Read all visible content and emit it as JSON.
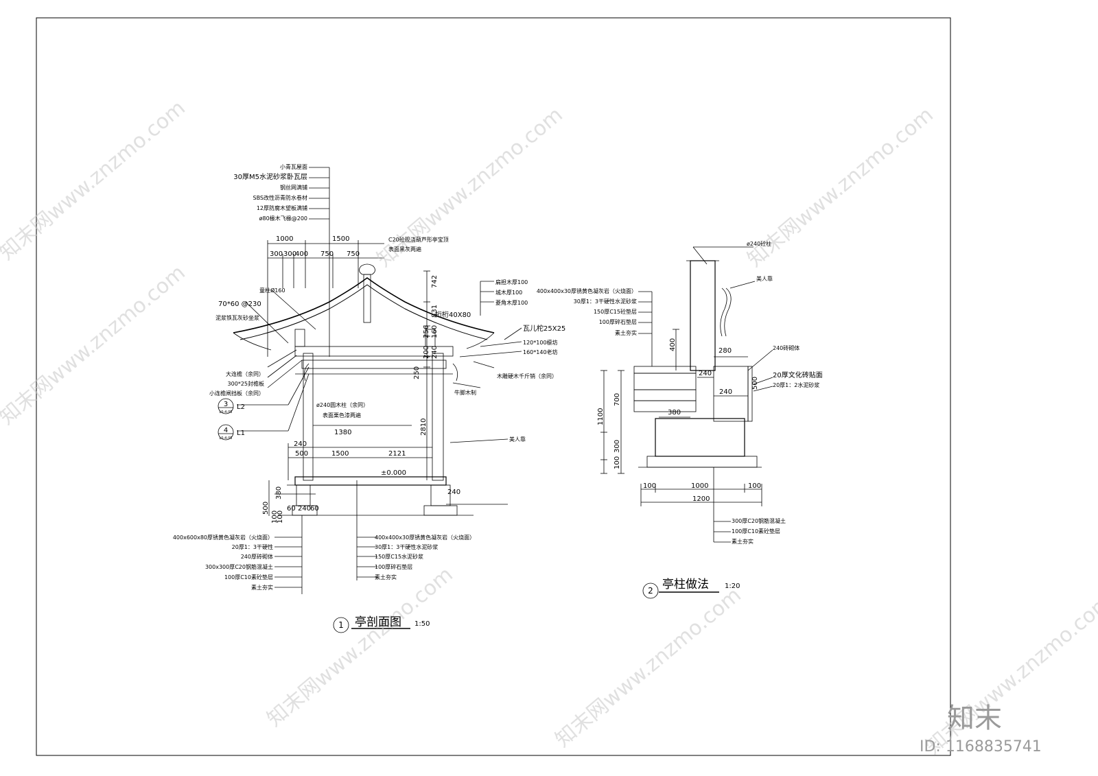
{
  "section_1": {
    "number": "1",
    "title": "亭剖面图",
    "scale": "1:50",
    "roof_notes": [
      "小青瓦屋面",
      "30厚M5水泥砂浆卧瓦层",
      "钢丝网满铺",
      "SBS改性沥青防水卷材",
      "12厚防腐木望板满铺",
      "ø80椽木飞椽@200"
    ],
    "top_dims": [
      "1000",
      "1500",
      "300",
      "300",
      "400",
      "750",
      "750"
    ],
    "peak_note": [
      "C20砼现浇葫芦形亭宝顶",
      "表面黑灰两遍"
    ],
    "left_notes": [
      "童柱Ø160",
      "70*60 @230",
      "泥浆铁瓦灰砂坐浆"
    ],
    "left_low_notes": [
      "大连檐（余同）",
      "300*25封檐板",
      "小连檐闸挡板（余同）"
    ],
    "callout_3": {
      "num": "3",
      "ref": "LS-4.05",
      "label": "L2"
    },
    "callout_4": {
      "num": "4",
      "ref": "LS-4.05",
      "label": "L1"
    },
    "right_notes": [
      "扁担木厚100",
      "城木厚100",
      "菱角木厚100",
      "桁桁40X80",
      "瓦儿柁25X25",
      "120*100檩坊",
      "160*140老坊"
    ],
    "right_low_notes": [
      "木雕硬木千斤销（余同）",
      "牛脚木制",
      "美人靠"
    ],
    "column_note": [
      "ø240圆木柱（余同）",
      "表面栗色漆两遍"
    ],
    "vert_dims": [
      "742",
      "831",
      "256",
      "160",
      "200",
      "240",
      "250",
      "2810"
    ],
    "plan_dims": [
      "1380",
      "240",
      "500",
      "1500",
      "2121"
    ],
    "level": "±0.000",
    "bottom_dims": [
      "380",
      "500",
      "100",
      "100",
      "60",
      "240",
      "60",
      "240"
    ],
    "left_bottom_notes": [
      "400x600x80厚锈黄色凝灰岩（火烧面）",
      "20厚1：3干硬性",
      "240厚砖砌体",
      "300x300厚C20钢筋混凝土",
      "100厚C10素砼垫层",
      "素土夯实"
    ],
    "mid_bottom_notes": [
      "400x400x30厚锈黄色凝灰岩（火烧面）",
      "30厚1：3干硬性水泥砂浆",
      "150厚C15水泥砂浆",
      "100厚碎石垫层",
      "素土夯实"
    ]
  },
  "section_2": {
    "number": "2",
    "title": "亭柱做法",
    "scale": "1:20",
    "top_note": "ø240砼柱",
    "left_notes": [
      "400x400x30厚锈黄色凝灰岩（火烧面）",
      "30厚1：3干硬性水泥砂浆",
      "150厚C15砼垫层",
      "100厚碎石垫层",
      "素土夯实"
    ],
    "right_top_note": "美人靠",
    "right_notes": [
      "240砖砌体",
      "20厚文化砖贴面",
      "20厚1：2水泥砂浆"
    ],
    "dims_v": [
      "400",
      "1100",
      "700",
      "300",
      "100",
      "500"
    ],
    "dims_inner": [
      "280",
      "240",
      "240",
      "380"
    ],
    "dims_bottom": [
      "100",
      "1000",
      "100",
      "1200"
    ],
    "bottom_notes": [
      "300厚C20钢筋混凝土",
      "100厚C10素砼垫层",
      "素土夯实"
    ]
  },
  "watermark": {
    "text": "知末网www.znzmo.com",
    "brand": "知末",
    "id": "ID: 1168835741"
  }
}
